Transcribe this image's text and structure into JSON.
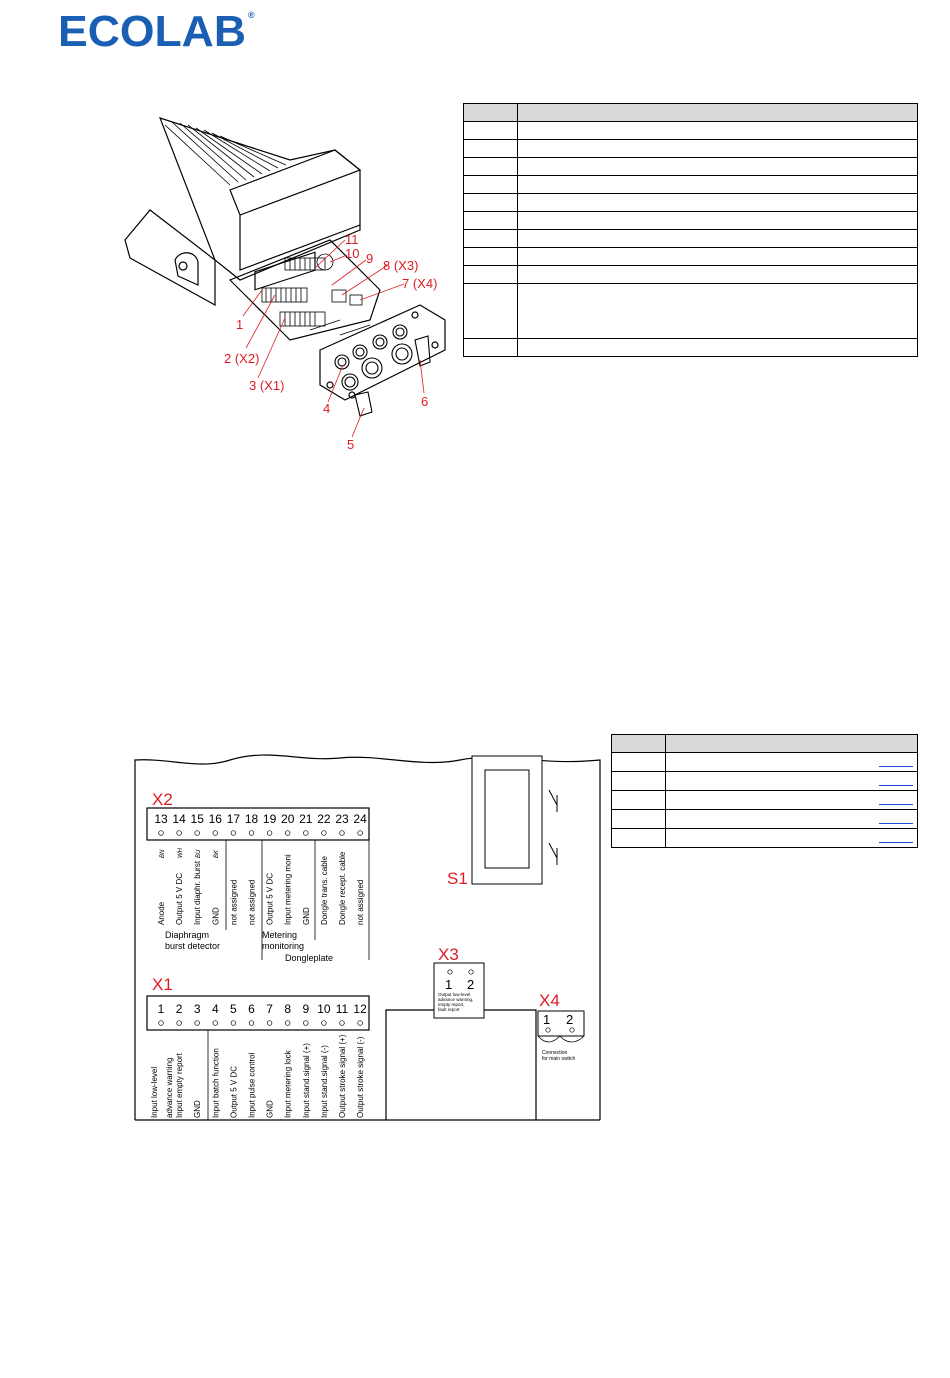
{
  "brand": {
    "name": "ECOLAB",
    "registered": "®",
    "color": "#1a5fb4"
  },
  "table_top": {
    "rows": 12
  },
  "table_bottom": {
    "rows": 6
  },
  "fig1": {
    "callouts": [
      "1",
      "2 (X2)",
      "3 (X1)",
      "4",
      "5",
      "6",
      "7 (X4)",
      "8 (X3)",
      "9",
      "10",
      "11"
    ],
    "callout_color": "#e01b24"
  },
  "fig2": {
    "x2": {
      "title": "X2",
      "numbers": [
        "13",
        "14",
        "15",
        "16",
        "17",
        "18",
        "19",
        "20",
        "21",
        "22",
        "23",
        "24"
      ],
      "wire_codes": [
        "BN",
        "WH",
        "BU",
        "BK"
      ],
      "labels": [
        "Anode",
        "Output 5 V DC",
        "Input diaphr. burst",
        "GND",
        "not assigned",
        "not assigned",
        "Output 5 V DC",
        "Input metering moni",
        "GND",
        "Dongle trans. cable",
        "Dongle recept. cable",
        "not assigned"
      ],
      "group_diaphragm": [
        "Diaphragm",
        "burst detector"
      ],
      "group_metering": [
        "Metering",
        "monitoring"
      ],
      "group_dongle": "Dongleplate"
    },
    "x1": {
      "title": "X1",
      "numbers": [
        "1",
        "2",
        "3",
        "4",
        "5",
        "6",
        "7",
        "8",
        "9",
        "10",
        "11",
        "12"
      ],
      "labels": [
        "advance warning",
        "Input empty report",
        "GND",
        "Input batch function",
        "Output 5 V DC",
        "Input pulse control",
        "GND",
        "Input metering lock",
        "Input stand.signal (+)",
        "Input stand.signal (-)",
        "Output stroke signal (+)",
        "Output stroke signal (-)"
      ],
      "label_first_line1": "Input low-level"
    },
    "s1": {
      "title": "S1"
    },
    "x3": {
      "title": "X3",
      "numbers": [
        "1",
        "2"
      ],
      "text": [
        "Output low-level",
        "advance warning,",
        "empty report,",
        "fault report"
      ]
    },
    "x4": {
      "title": "X4",
      "numbers": [
        "1",
        "2"
      ],
      "text": [
        "Connection",
        "for main switch"
      ]
    }
  }
}
